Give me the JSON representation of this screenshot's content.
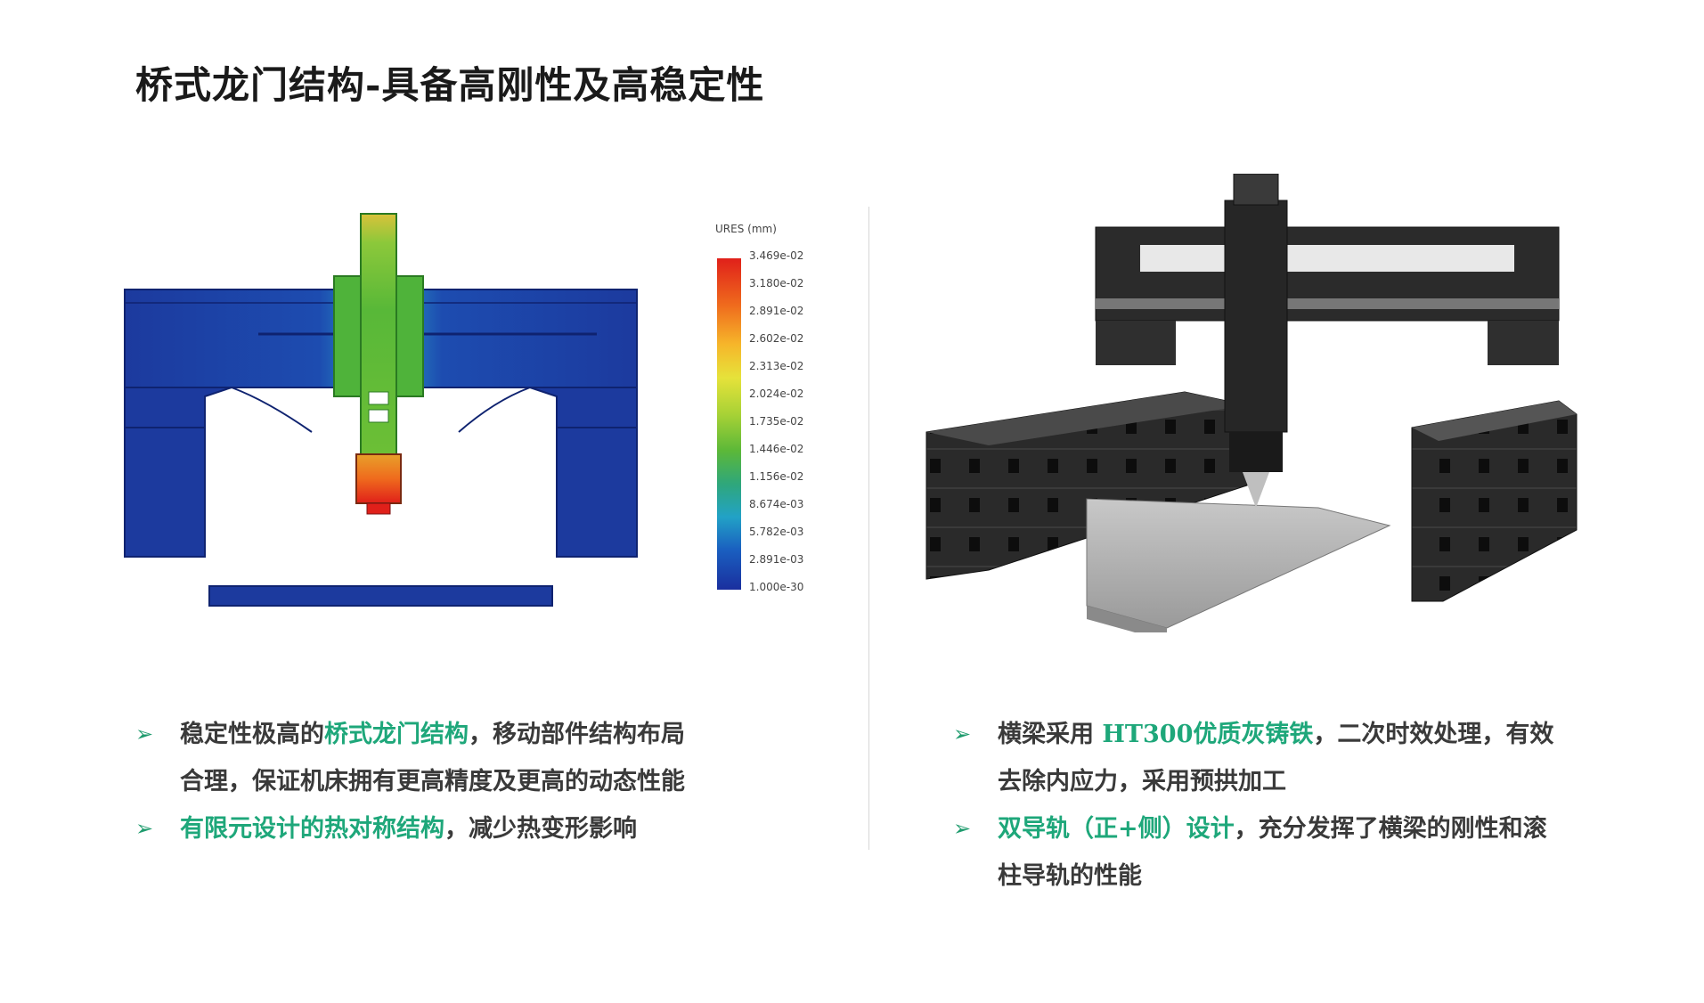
{
  "title": "桥式龙门结构-具备高刚性及高稳定性",
  "legend": {
    "title": "URES (mm)",
    "ticks": [
      "3.469e-02",
      "3.180e-02",
      "2.891e-02",
      "2.602e-02",
      "2.313e-02",
      "2.024e-02",
      "1.735e-02",
      "1.446e-02",
      "1.156e-02",
      "8.674e-03",
      "5.782e-03",
      "2.891e-03",
      "1.000e-30"
    ]
  },
  "left": {
    "b1_pre": "稳定性极高的",
    "b1_hl": "桥式龙门结构",
    "b1_post": "，移动部件结构布局",
    "b1_line2": "合理，保证机床拥有更高精度及更高的动态性能",
    "b2_hl": "有限元设计的热对称结构",
    "b2_post": "，减少热变形影响"
  },
  "right": {
    "b1_pre": "横梁采用 ",
    "b1_hl": "HT300优质灰铸铁",
    "b1_post": "，二次时效处理，有效",
    "b1_line2": "去除内应力，采用预拱加工",
    "b2_hl": "双导轨（正+侧）设计",
    "b2_post": "，充分发挥了横梁的刚性和滚",
    "b2_line2": "柱导轨的性能"
  },
  "colors": {
    "accent": "#1ea77a",
    "arrow": "#1e9b6d"
  },
  "icons": {
    "bullet": "arrow-right-icon"
  }
}
